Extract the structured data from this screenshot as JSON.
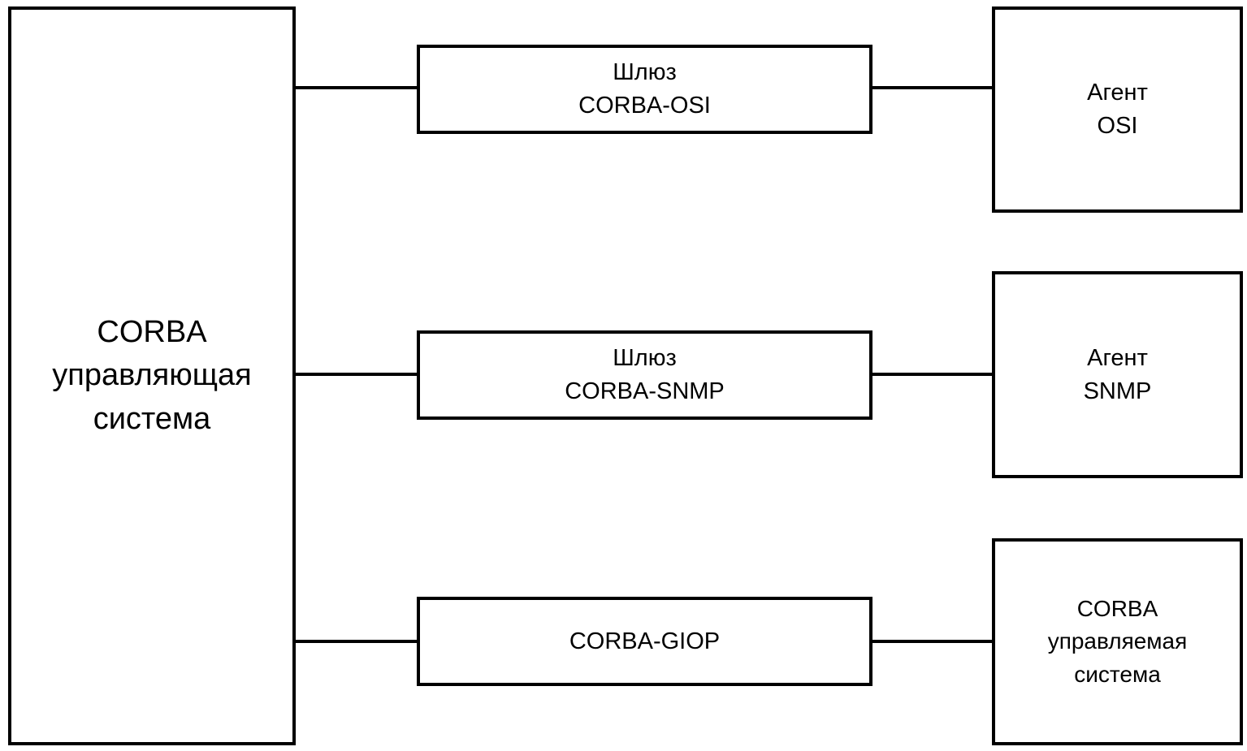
{
  "manager": {
    "lines": [
      "CORBA",
      "управляющая",
      "система"
    ]
  },
  "gateways": [
    {
      "lines": [
        "Шлюз",
        "CORBA-OSI"
      ]
    },
    {
      "lines": [
        "Шлюз",
        "CORBA-SNMP"
      ]
    },
    {
      "lines": [
        "CORBA-GIOP"
      ]
    }
  ],
  "agents": [
    {
      "lines": [
        "Агент",
        "OSI"
      ]
    },
    {
      "lines": [
        "Агент",
        "SNMP"
      ]
    },
    {
      "lines": [
        "CORBA",
        "управляемая",
        "система"
      ]
    }
  ],
  "colors": {
    "stroke": "#000000",
    "fill": "#ffffff"
  }
}
